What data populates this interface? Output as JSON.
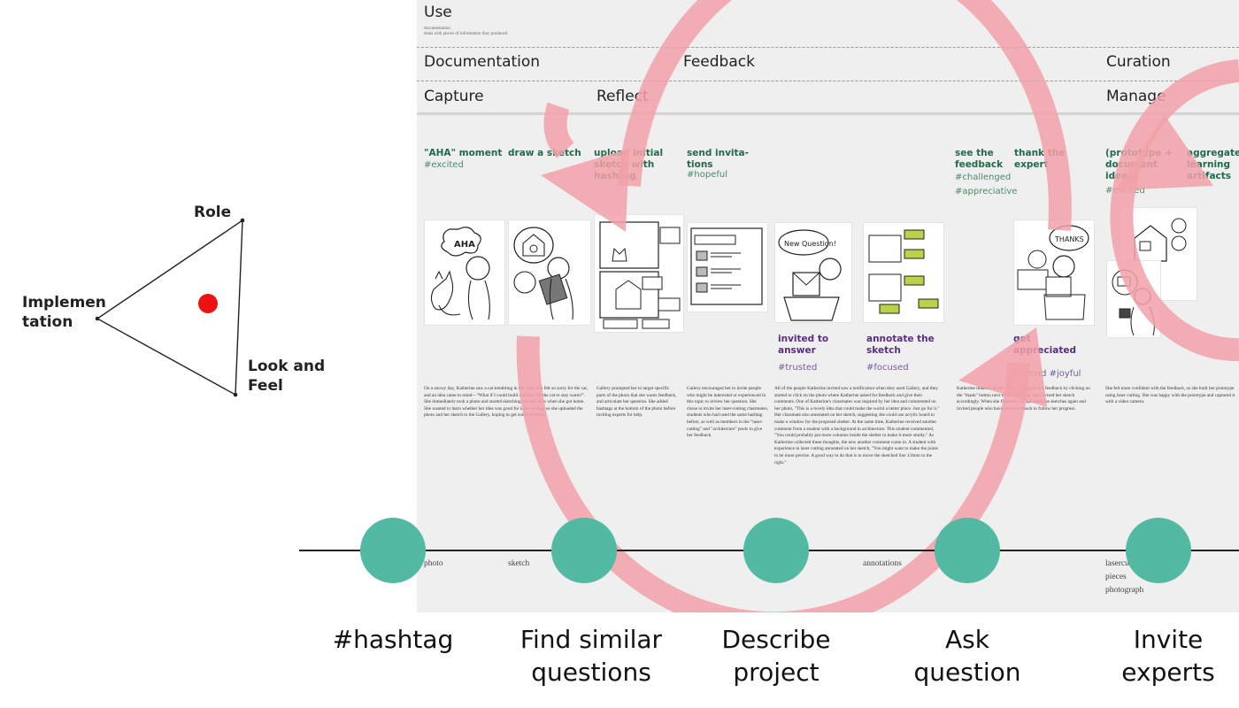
{
  "triangle": {
    "corners": {
      "top": "Role",
      "left": "Implementation",
      "left_line1": "Implemen",
      "left_line2": "tation",
      "right_line1": "Look and",
      "right_line2": "Feel"
    },
    "marker_color": "#ee1111"
  },
  "board": {
    "use": {
      "title": "Use",
      "subtitle_line1": "documentation",
      "subtitle_line2": "deals with pieces of information they produced"
    },
    "row1": {
      "documentation": "Documentation",
      "feedback": "Feedback",
      "curation": "Curation"
    },
    "row2": {
      "capture": "Capture",
      "reflect": "Reflect",
      "manage": "Manage"
    },
    "stages_top": [
      {
        "name": "\"AHA\" moment",
        "tag": "#excited"
      },
      {
        "name": "draw a sketch",
        "tag": ""
      },
      {
        "name_l1": "upload initial",
        "name_l2": "sketch with",
        "name_l3": "hashtag",
        "tag": ""
      },
      {
        "name_l1": "send invita-",
        "name_l2": "tions",
        "tag": "#hopeful"
      },
      {
        "name_l1": "see the",
        "name_l2": "feedback",
        "tag1": "#challenged",
        "tag2": "#appreciative"
      },
      {
        "name_l1": "thank the",
        "name_l2": "expert"
      },
      {
        "name_l1": "(prototype +",
        "name_l2": "document",
        "name_l3": "ideas)",
        "tag": "#excited"
      },
      {
        "name_l1": "aggregate",
        "name_l2": "learning",
        "name_l3": "artifacts"
      }
    ],
    "stages_bottom": [
      {
        "name_l1": "invited to",
        "name_l2": "answer",
        "tag": "#trusted"
      },
      {
        "name_l1": "annotate the",
        "name_l2": "sketch",
        "tag": "#focused"
      },
      {
        "name_l1": "get",
        "name_l2": "appreciated",
        "tag": "#proud #joyful"
      }
    ],
    "sketch_texts": {
      "aha": "AHA",
      "new_question": "New Question!",
      "thanks": "THANKS"
    },
    "stories": [
      "On a snowy day, Katherine saw a cat trembling in the cold. She felt so sorry for the cat, and an idea came to mind—\"What if I could build a shelter for the cat to stay warm?\". She immediately took a photo and started sketching out her ideas when she got home. She wanted to learn whether her idea was good for laser-cutting, so she uploaded the photo and her sketch to the Gallery, hoping to get some feedback.",
      "Gallery prompted her to target specific parts of the photo that she wants feedback, and articulate her question. She added hashtags at the bottom of the photo before inviting experts for help.",
      "Gallery encouraged her to invite people who might be interested or experienced in this topic to review her question. She chose to invite her laser-cutting classmates, students who had used the same hashtag before, as well as members in the \"laser-cutting\" and \"architecture\" pools to give her feedback.",
      "All of the people Katherine invited saw a notification when they used Gallery, and they started to click on the photo where Katherine asked for feedback and give their comments. One of Katherine's classmates was inspired by her idea and commented on her photo, \"This is a lovely idea that could make the world a better place. Just go for it.\" Her classmate also annotated on her sketch, suggesting she could use acrylic board to make a window for the proposed shelter. At the same time, Katherine received another comment from a student with a background in architecture. This student commented, \"You could probably put more columns inside the shelter to make it more sturdy.\" As Katherine collected these thoughts, the new another comment come in. A student with experience in laser cutting annotated on her sketch, \"You might want to make the joints to be more precise. A good way to do that is to move the sketched line 1/4mm to the right.\"",
      "Katherine thanked all the people who gave her feedback by clicking on the \"thank\" button next to the comment, and revised her sketch accordingly. When she finished, she uploaded the sketches again and invited people who have given feedback to follow her progress.",
      "She felt more confident with the feedback, so she built her prototype using laser cutting. She was happy with the prototype and captured it with a video camera."
    ],
    "artifacts": {
      "photo": "photo",
      "sketch": "sketch",
      "annotations": "annotations",
      "lasercut": "lasercut",
      "pieces": "pieces",
      "photograph": "photograph"
    }
  },
  "timeline": {
    "node_color": "#52b9a3",
    "steps": [
      {
        "line1": "#hashtag",
        "line2": ""
      },
      {
        "line1": "Find similar",
        "line2": "questions"
      },
      {
        "line1": "Describe",
        "line2": "project"
      },
      {
        "line1": "Ask",
        "line2": "question"
      },
      {
        "line1": "Invite",
        "line2": "experts"
      }
    ]
  },
  "overlay": {
    "arrow_color": "#f2a0a8"
  }
}
